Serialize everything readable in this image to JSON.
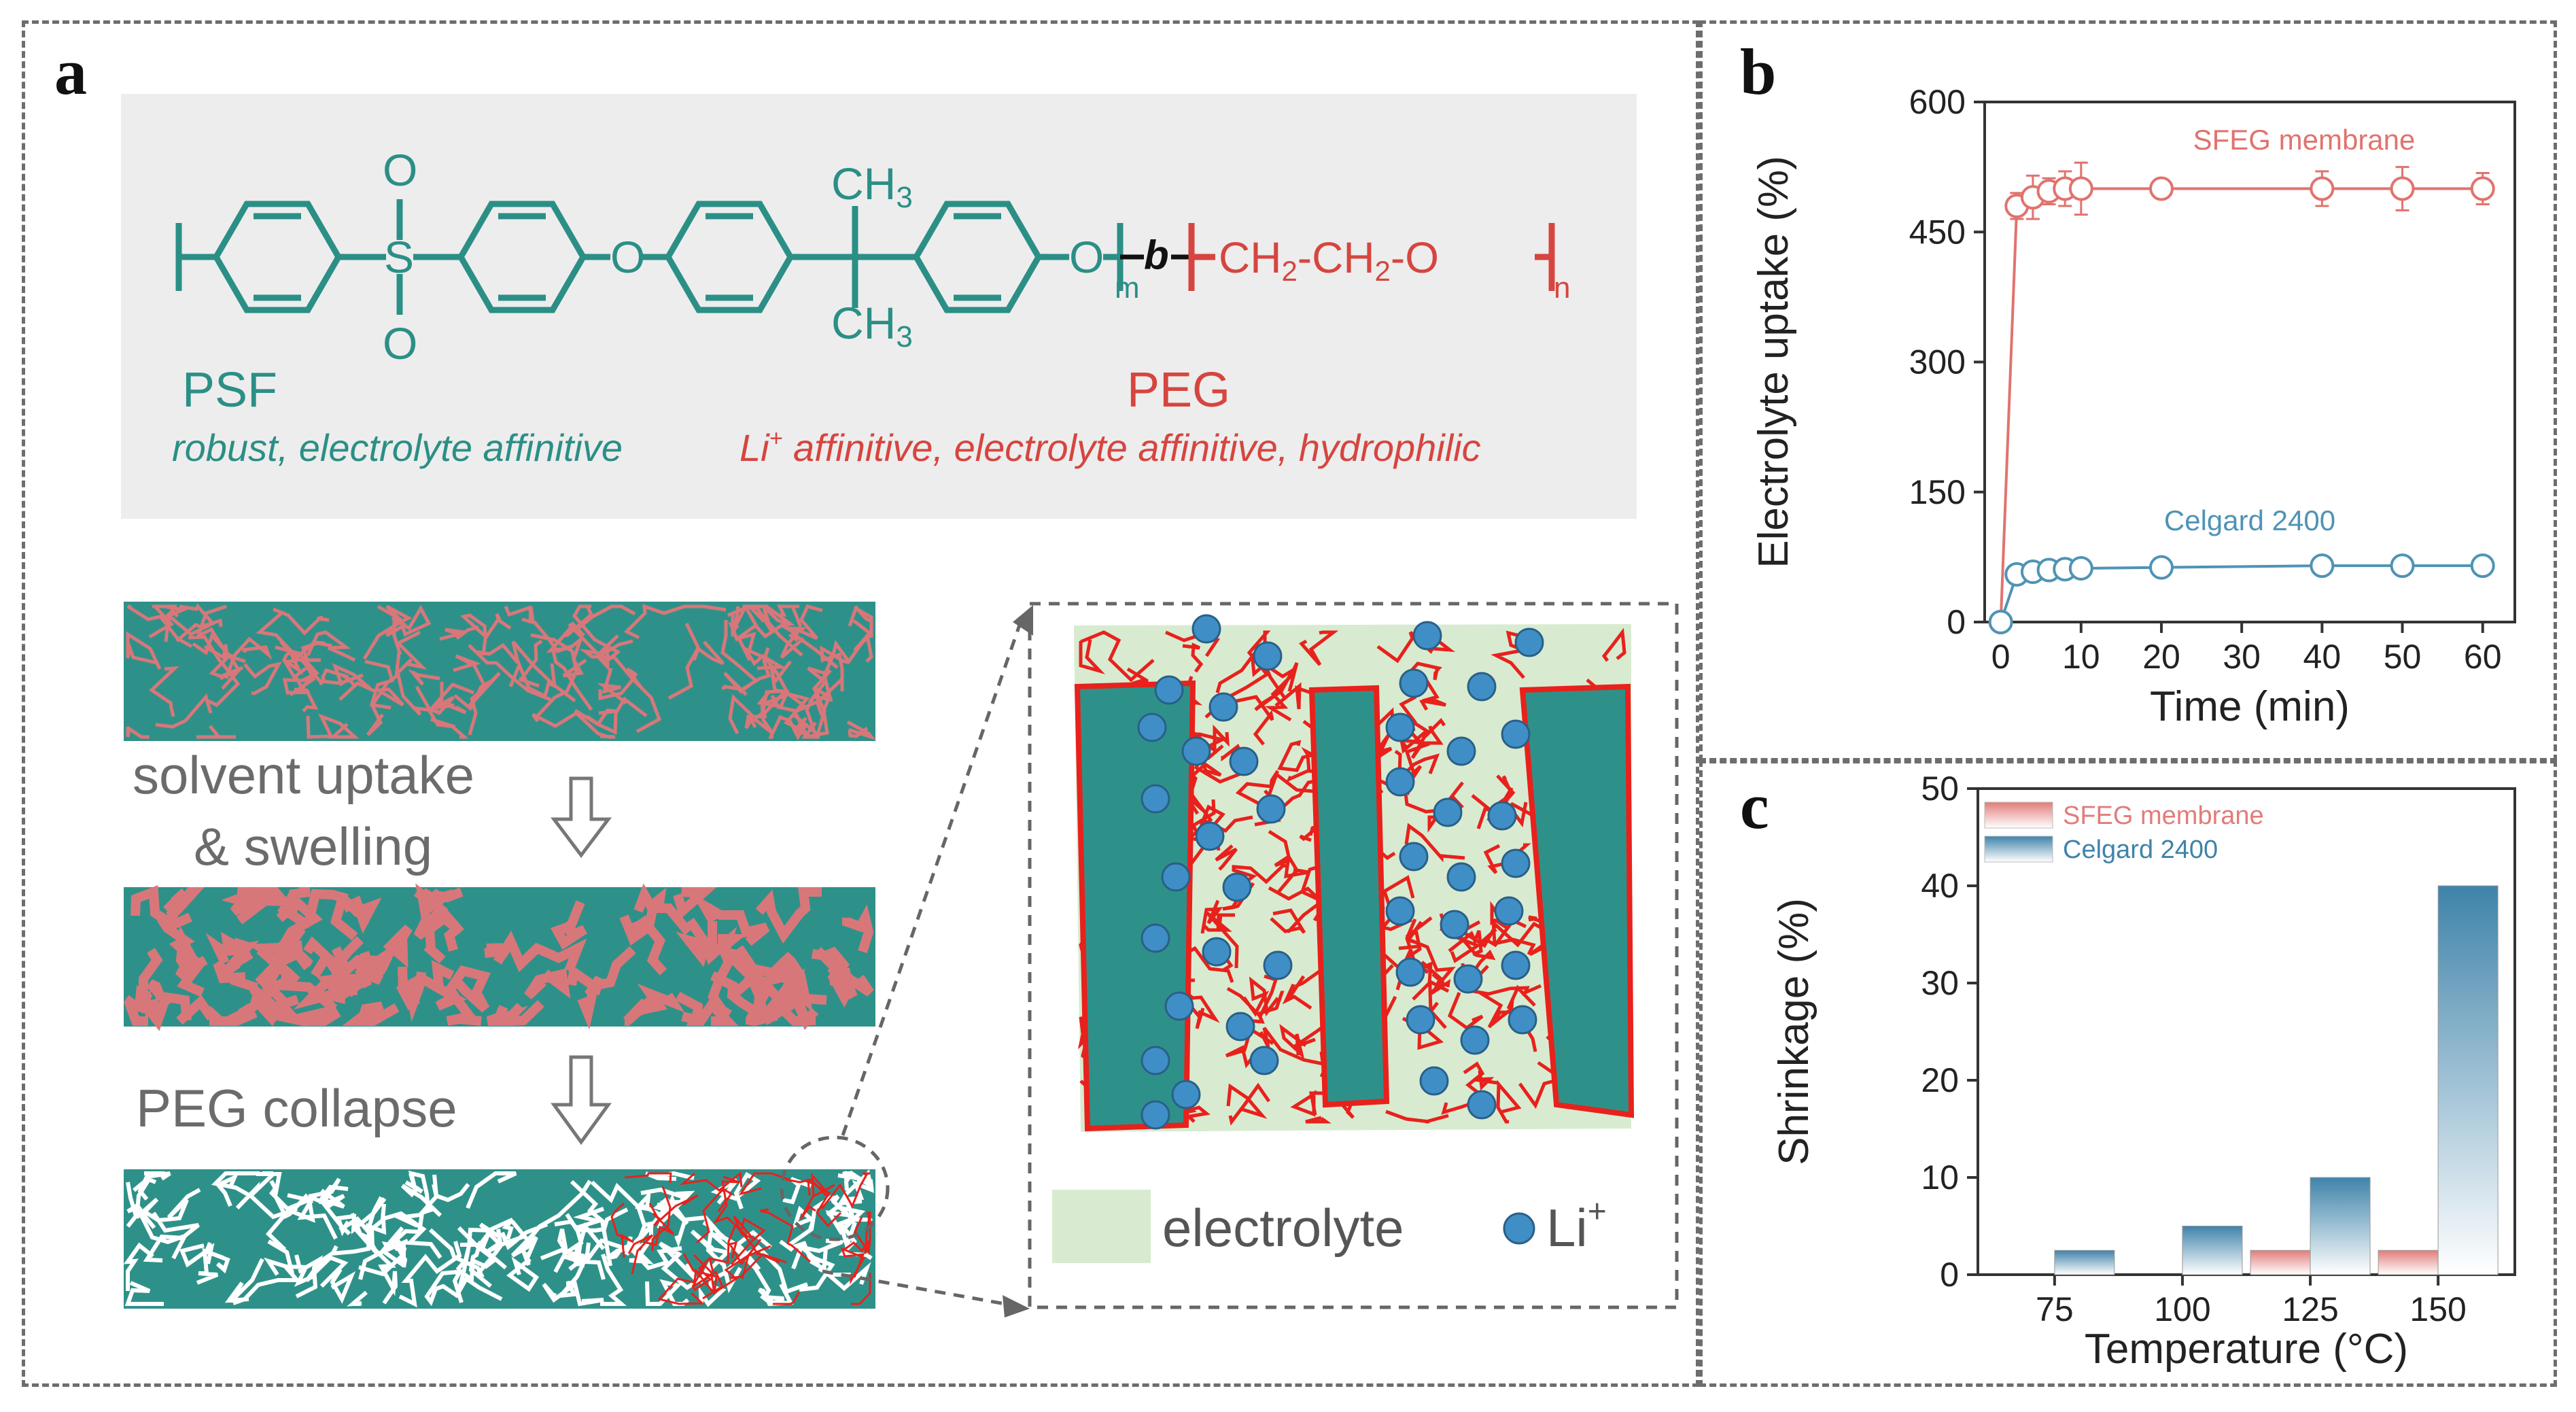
{
  "panel_a": {
    "letter": "a",
    "chem": {
      "sulfonyl_o_top": "O",
      "sulfonyl_s": "S",
      "sulfonyl_o_bottom": "O",
      "ether_o": "O",
      "methyl_top": "CH",
      "methyl_bottom": "CH",
      "subscript_3": "3",
      "end_o": "O",
      "sub_m": "m",
      "block_b": "b",
      "peg_unit": "CH",
      "subscript_2": "2",
      "peg_o": "O",
      "sub_n": "n",
      "psf_label": "PSF",
      "peg_label": "PEG",
      "psf_desc": "robust, electrolyte affinitive",
      "peg_desc_li": "Li",
      "peg_desc_plus": "+",
      "peg_desc_rest": " affinitive, electrolyte affinitive, hydrophilic"
    },
    "step1_line1": "solvent uptake",
    "step1_line2": "& swelling",
    "step2": "PEG collapse",
    "legend_electrolyte": "electrolyte",
    "legend_li": "Li",
    "legend_li_sup": "+",
    "colors": {
      "teal": "#2e9189",
      "red": "#e8211c",
      "chem_teal": "#2b8f86",
      "chem_red": "#d6453f"
    }
  },
  "chart_data": [
    {
      "panel": "b",
      "type": "line",
      "xlabel": "Time (min)",
      "ylabel": "Electrolyte uptake (%)",
      "xlim": [
        -2,
        64
      ],
      "ylim": [
        0,
        600
      ],
      "xticks": [
        0,
        10,
        20,
        30,
        40,
        50,
        60
      ],
      "yticks": [
        0,
        150,
        300,
        450,
        600
      ],
      "series": [
        {
          "name": "SFEG membrane",
          "color": "#e0736e",
          "x": [
            0,
            2,
            4,
            6,
            8,
            10,
            20,
            40,
            50,
            60
          ],
          "y": [
            0,
            480,
            490,
            497,
            500,
            500,
            500,
            500,
            500,
            500
          ],
          "err": [
            0,
            15,
            25,
            15,
            20,
            30,
            8,
            20,
            25,
            18
          ]
        },
        {
          "name": "Celgard 2400",
          "color": "#4f93b5",
          "x": [
            0,
            2,
            4,
            6,
            8,
            10,
            20,
            40,
            50,
            60
          ],
          "y": [
            0,
            55,
            58,
            60,
            61,
            62,
            63,
            65,
            65,
            65
          ],
          "err": [
            0,
            6,
            6,
            6,
            6,
            6,
            6,
            6,
            6,
            6
          ]
        }
      ]
    },
    {
      "panel": "c",
      "type": "bar",
      "xlabel": "Temperature (°C)",
      "ylabel": "Shrinkage (%)",
      "ylim": [
        0,
        50
      ],
      "yticks": [
        0,
        10,
        20,
        30,
        40,
        50
      ],
      "categories": [
        "75",
        "100",
        "125",
        "150"
      ],
      "series": [
        {
          "name": "SFEG membrane",
          "color": "#e07d7a",
          "values": [
            0,
            0,
            2.5,
            2.5
          ]
        },
        {
          "name": "Celgard 2400",
          "color": "#3f83aa",
          "values": [
            2.5,
            5,
            10,
            40
          ]
        }
      ],
      "legend": "top-left"
    }
  ],
  "letters": {
    "b": "b",
    "c": "c"
  }
}
